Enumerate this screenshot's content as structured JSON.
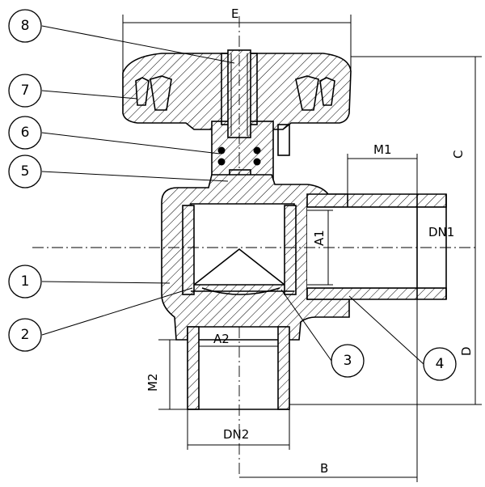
{
  "dimensions": {
    "E": "E",
    "M1": "M1",
    "C": "C",
    "DN1": "DN1",
    "A1": "A1",
    "D": "D",
    "A2": "A2",
    "M2": "M2",
    "DN2": "DN2",
    "B": "B"
  },
  "callouts": [
    "1",
    "2",
    "3",
    "4",
    "5",
    "6",
    "7",
    "8"
  ]
}
